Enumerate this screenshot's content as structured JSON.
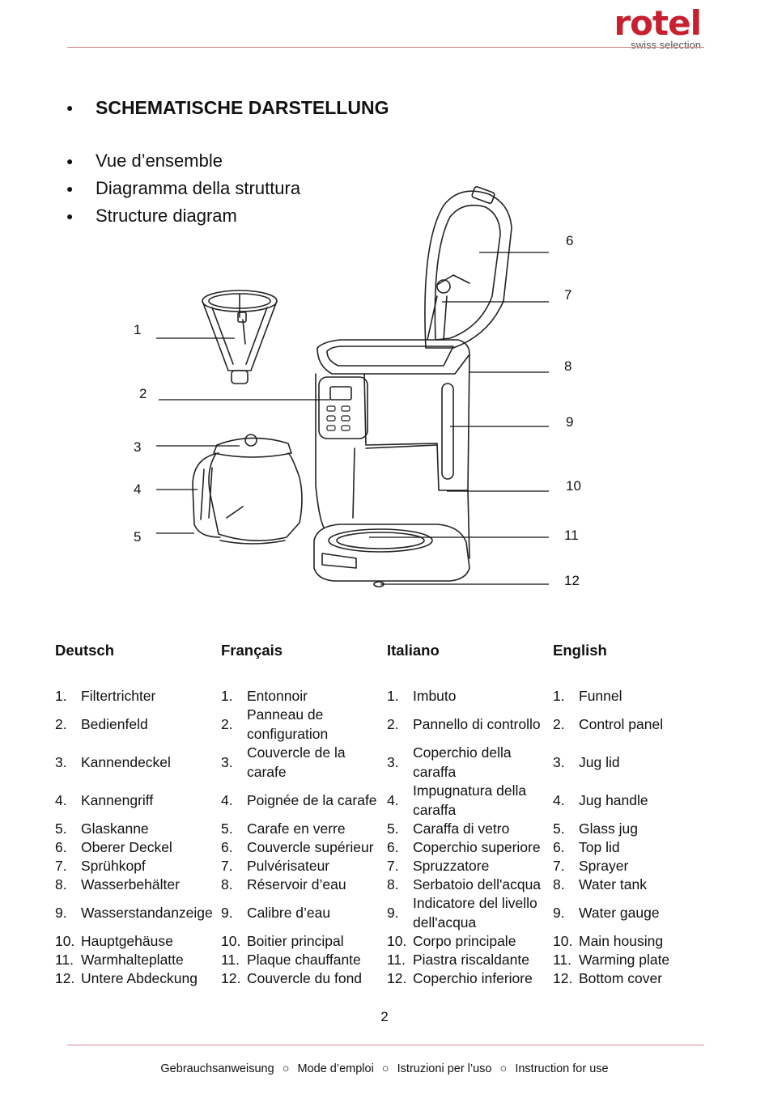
{
  "logo": {
    "word": "rotel",
    "tagline": "swiss selection"
  },
  "headings": {
    "title": "SCHEMATISCHE DARSTELLUNG",
    "subtitles": [
      "Vue d’ensemble",
      "Diagramma della struttura",
      "Structure diagram"
    ]
  },
  "callouts": [
    "1",
    "2",
    "3",
    "4",
    "5",
    "6",
    "7",
    "8",
    "9",
    "10",
    "11",
    "12"
  ],
  "legend": {
    "languages": [
      "Deutsch",
      "Français",
      "Italiano",
      "English"
    ],
    "numbers": [
      "1.",
      "2.",
      "3.",
      "4.",
      "5.",
      "6.",
      "7.",
      "8.",
      "9.",
      "10.",
      "11.",
      "12."
    ],
    "de": [
      "Filtertrichter",
      "Bedienfeld",
      "Kannendeckel",
      "Kannengriff",
      "Glaskanne",
      "Oberer Deckel",
      "Sprühkopf",
      "Wasserbehälter",
      "Wasserstandanzeige",
      "Hauptgehäuse",
      "Warmhalteplatte",
      "Untere Abdeckung"
    ],
    "fr": [
      "Entonnoir",
      "Panneau de configuration",
      "Couvercle de la carafe",
      "Poignée de la carafe",
      "Carafe en verre",
      "Couvercle supérieur",
      "Pulvérisateur",
      "Réservoir d’eau",
      "Calibre d’eau",
      "Boitier principal",
      "Plaque chauffante",
      "Couvercle du fond"
    ],
    "it": [
      "Imbuto",
      "Pannello di controllo",
      "Coperchio della caraffa",
      "Impugnatura della caraffa",
      "Caraffa di vetro",
      "Coperchio superiore",
      "Spruzzatore",
      "Serbatoio dell'acqua",
      "Indicatore del livello dell'acqua",
      "Corpo principale",
      "Piastra riscaldante",
      "Coperchio inferiore"
    ],
    "en": [
      "Funnel",
      "Control panel",
      "Jug lid",
      "Jug handle",
      "Glass jug",
      "Top lid",
      "Sprayer",
      "Water tank",
      "Water gauge",
      "Main housing",
      "Warming plate",
      "Bottom cover"
    ]
  },
  "page_number": "2",
  "footer": {
    "items": [
      "Gebrauchsanweisung",
      "Mode d’emploi",
      "Istruzioni per l’uso",
      "Instruction for use"
    ],
    "separator": "○"
  }
}
